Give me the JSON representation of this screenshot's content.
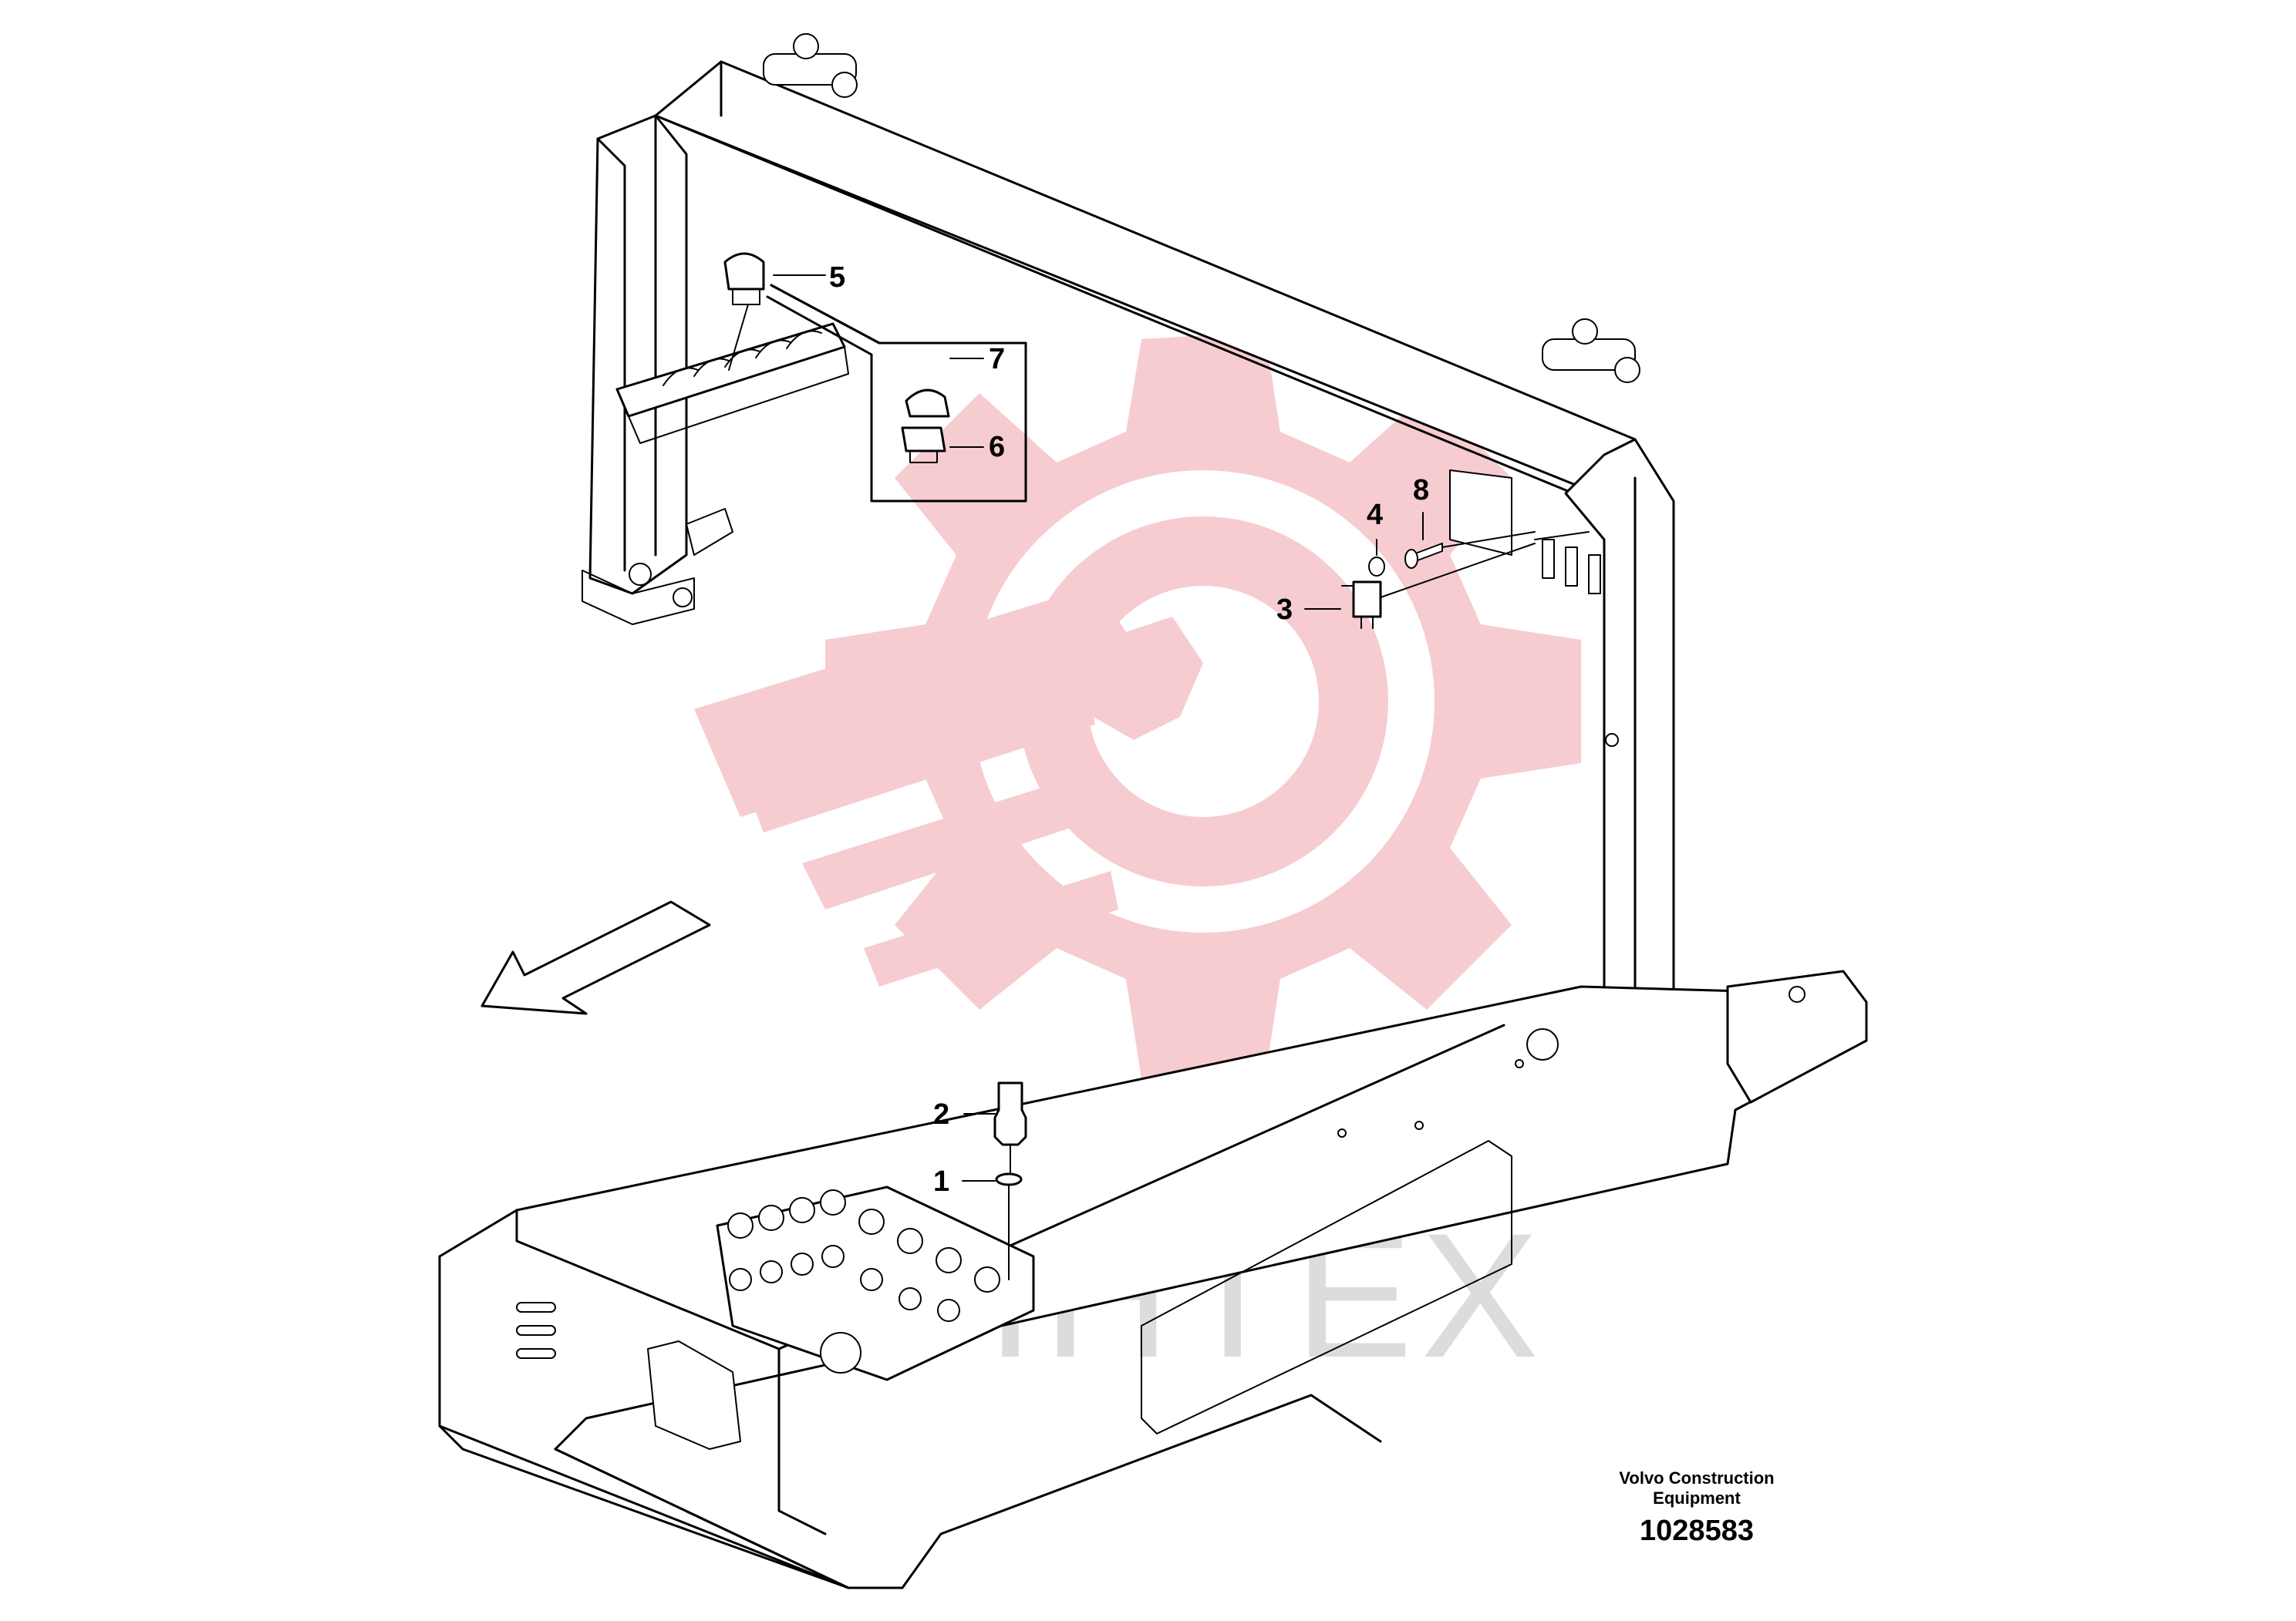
{
  "watermark": {
    "text": "VIHTEX",
    "color": "#f6c7cc",
    "text_color": "#dcdcdc"
  },
  "callouts": [
    {
      "id": "1",
      "label": "1"
    },
    {
      "id": "2",
      "label": "2"
    },
    {
      "id": "3",
      "label": "3"
    },
    {
      "id": "4",
      "label": "4"
    },
    {
      "id": "5",
      "label": "5"
    },
    {
      "id": "6",
      "label": "6"
    },
    {
      "id": "7",
      "label": "7"
    },
    {
      "id": "8",
      "label": "8"
    }
  ],
  "footer": {
    "company_line1": "Volvo Construction",
    "company_line2": "Equipment",
    "document_number": "1028583"
  },
  "colors": {
    "line": "#000000",
    "background": "#ffffff"
  }
}
